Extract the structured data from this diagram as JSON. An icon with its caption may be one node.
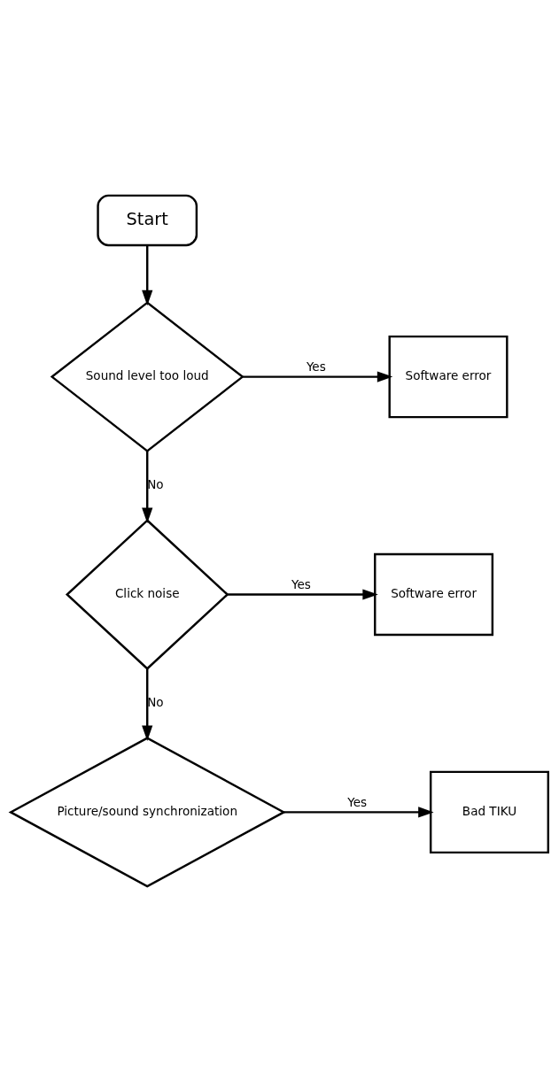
{
  "diagram": {
    "nodes": [
      {
        "text": [
          "Start"
        ]
      },
      {
        "text": [
          "Sound level too loud"
        ]
      },
      {
        "text": [
          "Software error"
        ]
      },
      {
        "text": [
          "Click noise"
        ]
      },
      {
        "text": [
          "Software error"
        ]
      },
      {
        "text": [
          "Picture/sound synchronization"
        ]
      },
      {
        "text": [
          "Bad TIKU"
        ]
      }
    ],
    "edges": [
      {
        "from": 0,
        "to": 1,
        "arrow": "to"
      },
      {
        "from": 1,
        "to": 2,
        "arrow": "to",
        "label": "Yes"
      },
      {
        "from": 1,
        "to": 3,
        "arrow": "to",
        "label": "No"
      },
      {
        "from": 3,
        "to": 4,
        "arrow": "to",
        "label": "Yes"
      },
      {
        "from": 3,
        "to": 5,
        "arrow": "to",
        "label": "No"
      },
      {
        "from": 5,
        "to": 6,
        "arrow": "to",
        "label": "Yes"
      }
    ]
  }
}
